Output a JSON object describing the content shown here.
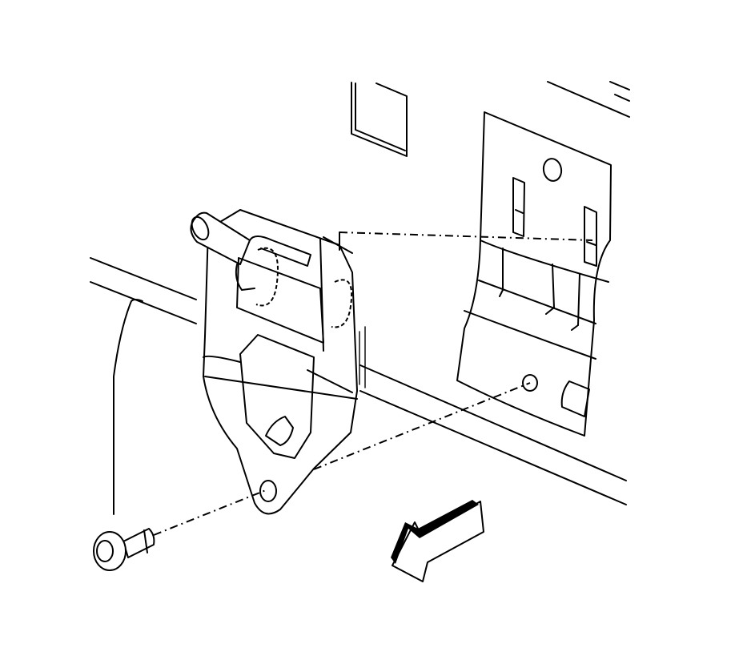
{
  "diagram": {
    "colors": {
      "line": "#000000",
      "background": "#ffffff"
    },
    "parts": [
      "panel-edge-lines",
      "square-cutout",
      "mounting-plate",
      "bracket",
      "bolt",
      "direction-arrow",
      "leader-line",
      "assembly-centerlines"
    ]
  }
}
